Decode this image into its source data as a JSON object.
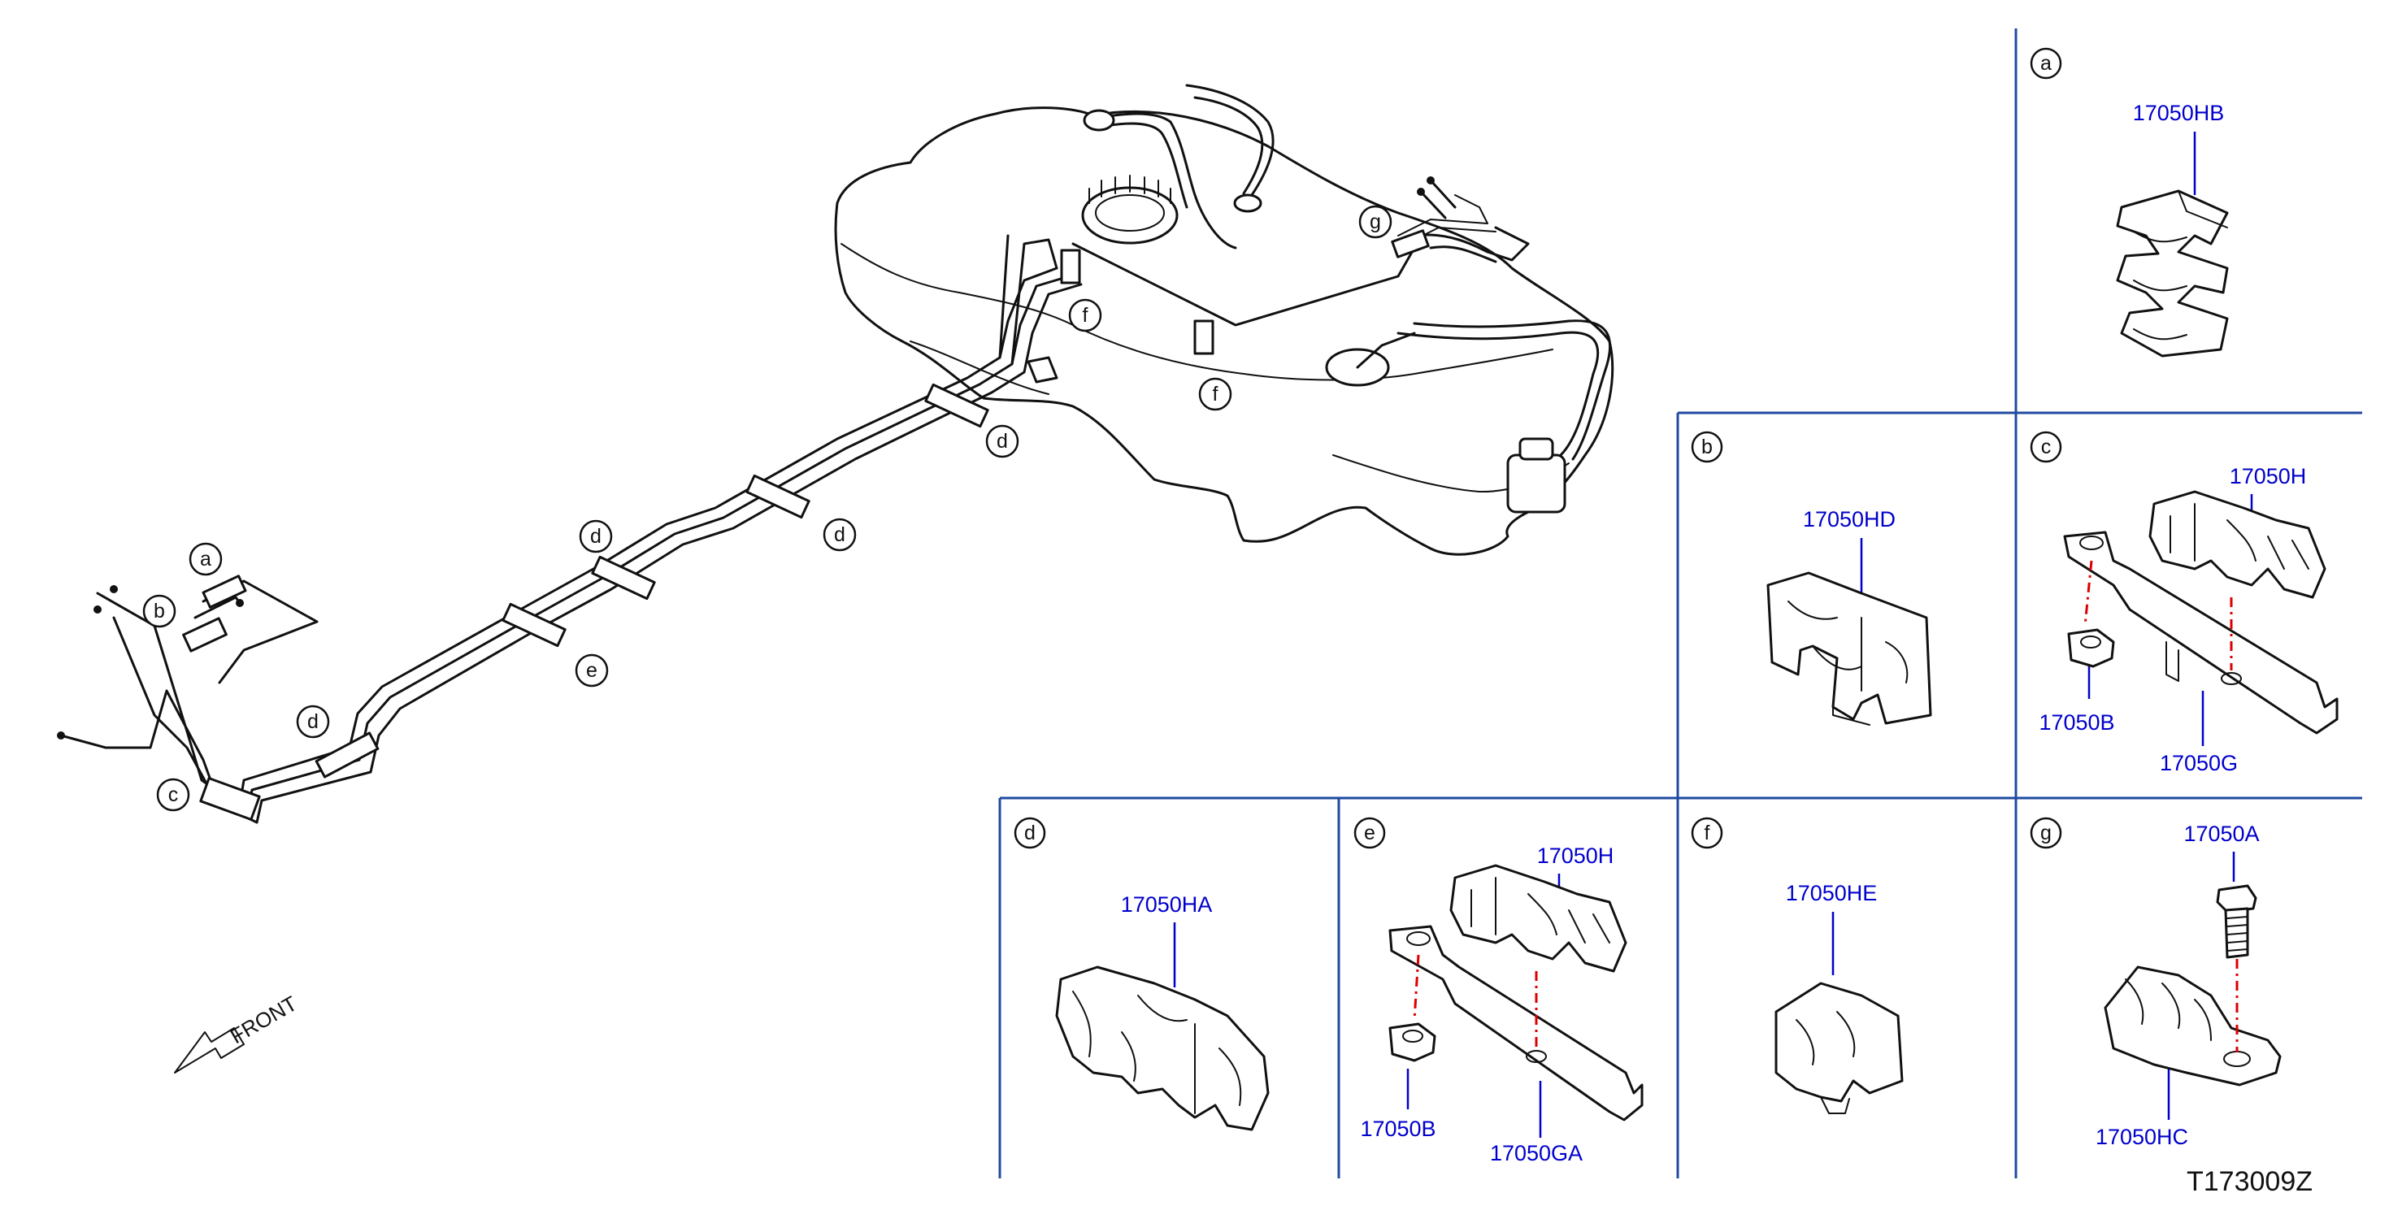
{
  "colors": {
    "label": "#0000cc",
    "rule": "#1f4aa0",
    "centerline": "#dd0000",
    "ink": "#111111"
  },
  "front_label": "FRONT",
  "diagram_code": "T173009Z",
  "main_callouts": [
    {
      "id": "callout-a-main",
      "letter": "a"
    },
    {
      "id": "callout-b-main",
      "letter": "b"
    },
    {
      "id": "callout-c-main",
      "letter": "c"
    },
    {
      "id": "callout-d-main-1",
      "letter": "d"
    },
    {
      "id": "callout-d-main-2",
      "letter": "d"
    },
    {
      "id": "callout-d-main-3",
      "letter": "d"
    },
    {
      "id": "callout-d-main-4",
      "letter": "d"
    },
    {
      "id": "callout-d-main-5",
      "letter": "d"
    },
    {
      "id": "callout-e-main",
      "letter": "e"
    },
    {
      "id": "callout-f-main-1",
      "letter": "f"
    },
    {
      "id": "callout-f-main-2",
      "letter": "f"
    },
    {
      "id": "callout-g-main",
      "letter": "g"
    }
  ],
  "panels": [
    {
      "id": "a",
      "letter": "a",
      "parts": [
        {
          "part_no": "17050HB"
        }
      ]
    },
    {
      "id": "b",
      "letter": "b",
      "parts": [
        {
          "part_no": "17050HD"
        }
      ]
    },
    {
      "id": "c",
      "letter": "c",
      "parts": [
        {
          "part_no": "17050H"
        },
        {
          "part_no": "17050B"
        },
        {
          "part_no": "17050G"
        }
      ]
    },
    {
      "id": "d",
      "letter": "d",
      "parts": [
        {
          "part_no": "17050HA"
        }
      ]
    },
    {
      "id": "e",
      "letter": "e",
      "parts": [
        {
          "part_no": "17050H"
        },
        {
          "part_no": "17050B"
        },
        {
          "part_no": "17050GA"
        }
      ]
    },
    {
      "id": "f",
      "letter": "f",
      "parts": [
        {
          "part_no": "17050HE"
        }
      ]
    },
    {
      "id": "g",
      "letter": "g",
      "parts": [
        {
          "part_no": "17050A"
        },
        {
          "part_no": "17050HC"
        }
      ]
    }
  ]
}
